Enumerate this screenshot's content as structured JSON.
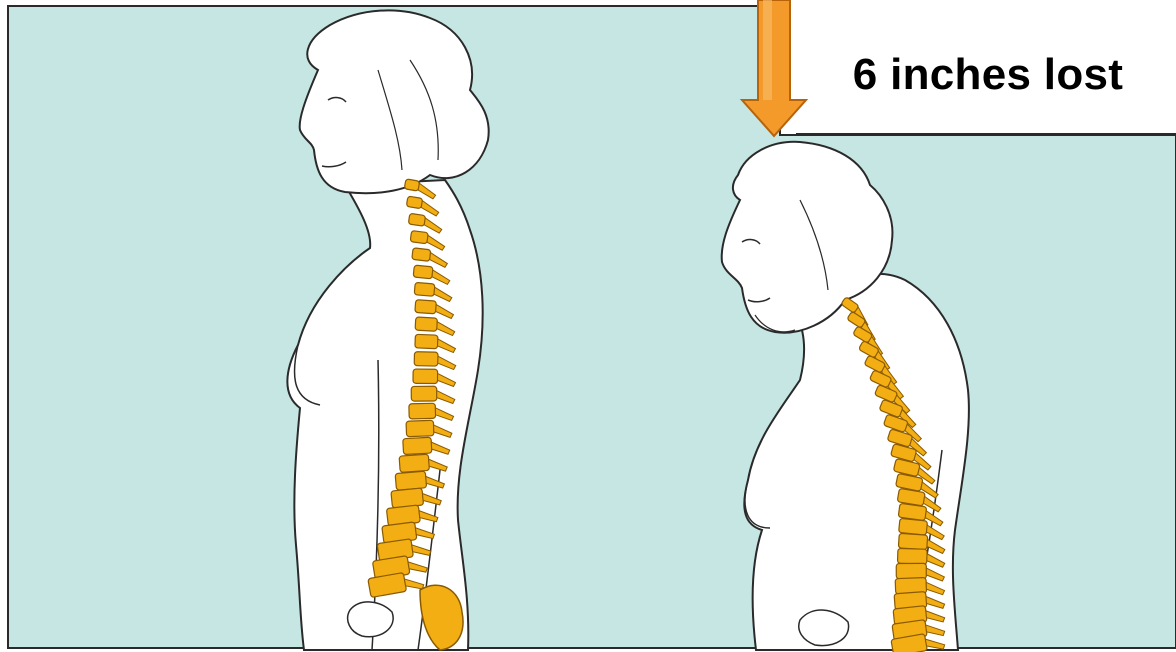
{
  "annotation": {
    "label": "6 inches lost"
  },
  "colors": {
    "background_panel": "#c6e6e3",
    "outline": "#2a2a2a",
    "vertebra": "#f2ae12",
    "vertebra_outline": "#8a5a00",
    "arrow_fill": "#f39a2a",
    "arrow_outline": "#b8620a",
    "figure_fill": "#ffffff"
  },
  "figures": [
    {
      "name": "figure-before",
      "spine": "upright"
    },
    {
      "name": "figure-after",
      "spine": "curved"
    }
  ]
}
